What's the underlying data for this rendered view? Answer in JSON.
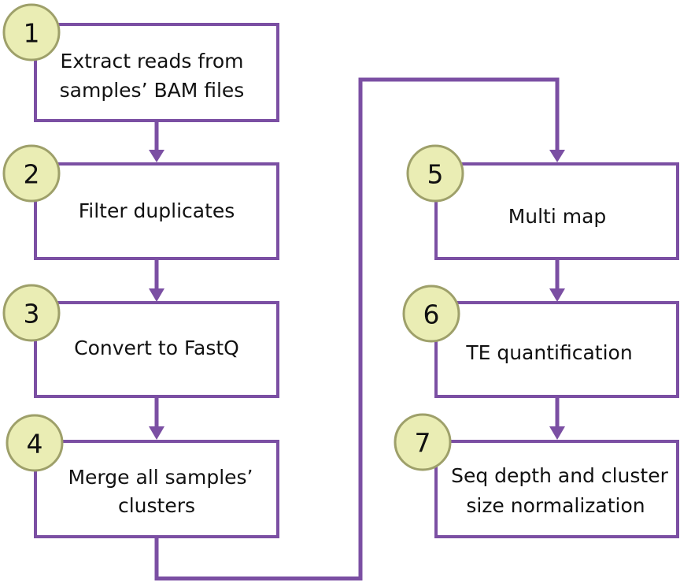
{
  "steps": [
    {
      "number": "1",
      "lines": [
        "Extract reads from",
        "samples’ BAM files"
      ]
    },
    {
      "number": "2",
      "lines": [
        "Filter duplicates"
      ]
    },
    {
      "number": "3",
      "lines": [
        "Convert to FastQ"
      ]
    },
    {
      "number": "4",
      "lines": [
        "Merge all samples’",
        "clusters"
      ]
    },
    {
      "number": "5",
      "lines": [
        "Multi map"
      ]
    },
    {
      "number": "6",
      "lines": [
        "TE quantification"
      ]
    },
    {
      "number": "7",
      "lines": [
        "Seq depth and cluster",
        "size normalization"
      ]
    }
  ],
  "colors": {
    "box_border": "#7b4fa3",
    "connector": "#7b4fa3",
    "badge_fill": "#eaedb4",
    "badge_border": "#9ea06a",
    "text": "#111111"
  }
}
